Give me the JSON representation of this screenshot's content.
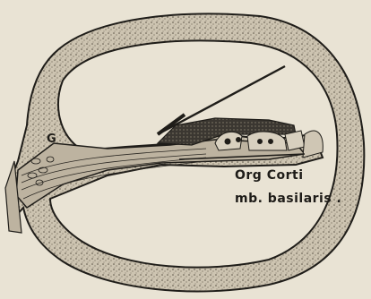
{
  "figure": {
    "labels": {
      "ganglion": "G",
      "organ": "Org Corti",
      "membrane": "mb. basilaris ."
    }
  },
  "colors": {
    "paper": "#e9e3d4",
    "ink": "#1f1d19",
    "bone_fill": "#cfc6b4",
    "nerve_fill": "#bdb3a0"
  }
}
